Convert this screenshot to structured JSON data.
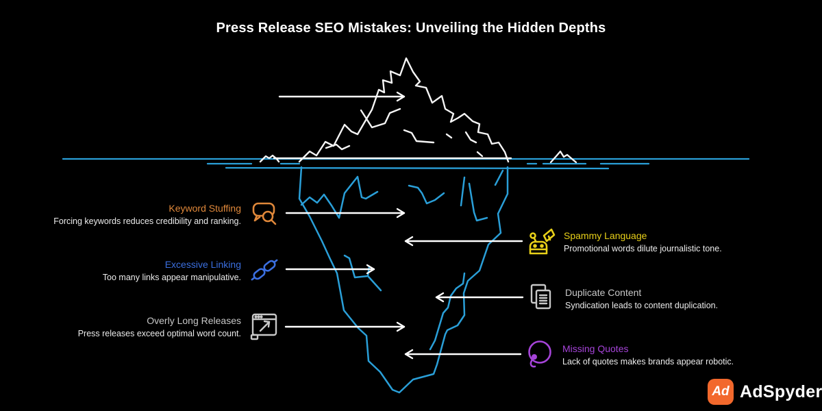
{
  "title": "Press Release SEO Mistakes: Unveiling the Hidden Depths",
  "items": [
    {
      "id": "keyword-stuffing",
      "title": "Keyword Stuffing",
      "description": "Forcing keywords reduces credibility and ranking.",
      "color": "#e0883a",
      "icon": "speech-bubble-search-icon",
      "side": "left"
    },
    {
      "id": "excessive-linking",
      "title": "Excessive Linking",
      "description": "Too many links appear manipulative.",
      "color": "#3b6fe0",
      "icon": "chain-link-icon",
      "side": "left"
    },
    {
      "id": "overly-long-releases",
      "title": "Overly Long Releases",
      "description": "Press releases exceed optimal word count.",
      "color": "#c8c8c8",
      "icon": "expand-window-icon",
      "side": "left"
    },
    {
      "id": "spammy-language",
      "title": "Spammy Language",
      "description": "Promotional words dilute journalistic tone.",
      "color": "#e8d019",
      "icon": "robot-megaphone-icon",
      "side": "right"
    },
    {
      "id": "duplicate-content",
      "title": "Duplicate Content",
      "description": "Syndication leads to content duplication.",
      "color": "#c8c8c8",
      "icon": "duplicate-documents-icon",
      "side": "right"
    },
    {
      "id": "missing-quotes",
      "title": "Missing Quotes",
      "description": "Lack of quotes makes brands appear robotic.",
      "color": "#a644d9",
      "icon": "quote-bubble-icon",
      "side": "right"
    }
  ],
  "logo": {
    "badge_text": "Ad",
    "name": "AdSpyder"
  },
  "colors": {
    "background": "#000000",
    "iceberg_above_water": "#f5f5f5",
    "water_and_underwater": "#2a9fd8",
    "arrow": "#ffffff",
    "description_text": "#ececec",
    "logo_orange": "#f2682c"
  }
}
